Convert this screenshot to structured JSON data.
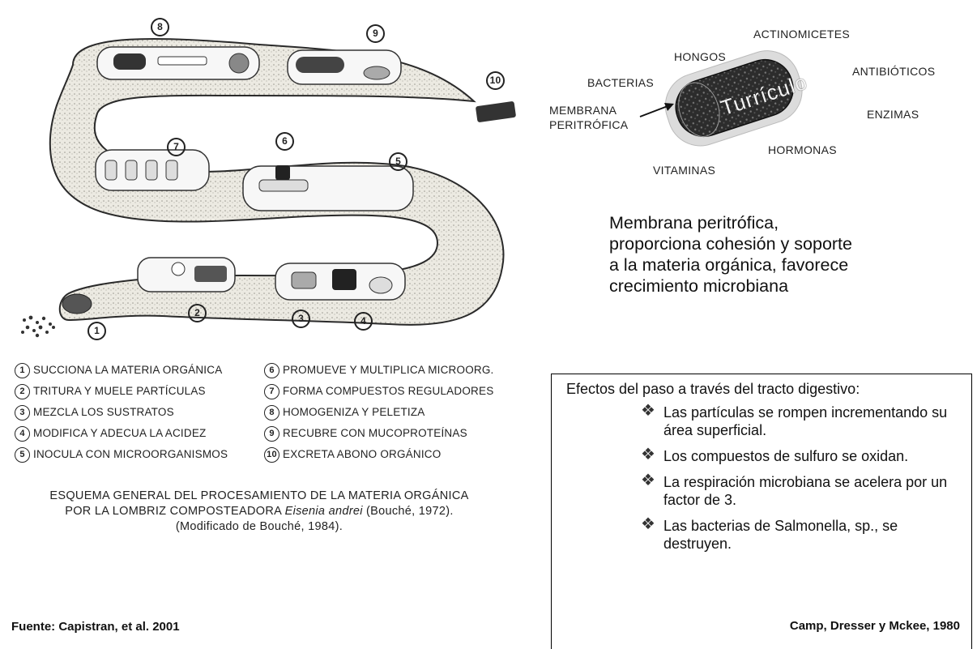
{
  "worm": {
    "markers": [
      "1",
      "2",
      "3",
      "4",
      "5",
      "6",
      "7",
      "8",
      "9",
      "10"
    ]
  },
  "steps": [
    {
      "num": "1",
      "label": "SUCCIONA LA MATERIA ORGÁNICA"
    },
    {
      "num": "2",
      "label": "TRITURA Y MUELE  PARTÍCULAS"
    },
    {
      "num": "3",
      "label": "MEZCLA LOS SUSTRATOS"
    },
    {
      "num": "4",
      "label": "MODIFICA Y ADECUA LA ACIDEZ"
    },
    {
      "num": "5",
      "label": "INOCULA CON MICROORGANISMOS"
    },
    {
      "num": "6",
      "label": "PROMUEVE  Y MULTIPLICA MICROORG."
    },
    {
      "num": "7",
      "label": "FORMA  COMPUESTOS REGULADORES"
    },
    {
      "num": "8",
      "label": "HOMOGENIZA Y PELETIZA"
    },
    {
      "num": "9",
      "label": "RECUBRE CON MUCOPROTEÍNAS"
    },
    {
      "num": "10",
      "label": "EXCRETA ABONO ORGÁNICO"
    }
  ],
  "scheme_title": {
    "line1": "ESQUEMA GENERAL DEL PROCESAMIENTO DE LA MATERIA ORGÁNICA",
    "line2_a": "POR LA LOMBRIZ COMPOSTEADORA ",
    "line2_species": "Eisenia andrei",
    "line2_b": " (Bouché, 1972).",
    "line3": "(Modificado de Bouché, 1984)."
  },
  "turriculo": {
    "center_label": "Turrículo",
    "labels": {
      "actinomicetes": "ACTINOMICETES",
      "hongos": "HONGOS",
      "antibioticos": "ANTIBIÓTICOS",
      "bacterias": "BACTERIAS",
      "membrana_1": "MEMBRANA",
      "membrana_2": "PERITRÓFICA",
      "enzimas": "ENZIMAS",
      "hormonas": "HORMONAS",
      "vitaminas": "VITAMINAS"
    }
  },
  "description": {
    "line1": "Membrana peritrófica,",
    "line2": "proporciona cohesión y soporte",
    "line3": "a la materia orgánica, favorece",
    "line4": "crecimiento microbiana"
  },
  "effects": {
    "title": "Efectos del paso a través del tracto digestivo:",
    "items": [
      "Las partículas se rompen incrementando su área superficial.",
      "Los compuestos de sulfuro se oxidan.",
      "La respiración microbiana se acelera por un factor de 3.",
      "Las bacterias de Salmonella, sp., se destruyen."
    ],
    "bullet": "❖",
    "source": "Camp, Dresser y Mckee, 1980"
  },
  "source_left": "Fuente: Capistran, et al. 2001",
  "colors": {
    "worm_fill": "#eeece4",
    "worm_stroke": "#2a2a2a",
    "cavity": "#f7f7f7",
    "dark": "#333333"
  }
}
